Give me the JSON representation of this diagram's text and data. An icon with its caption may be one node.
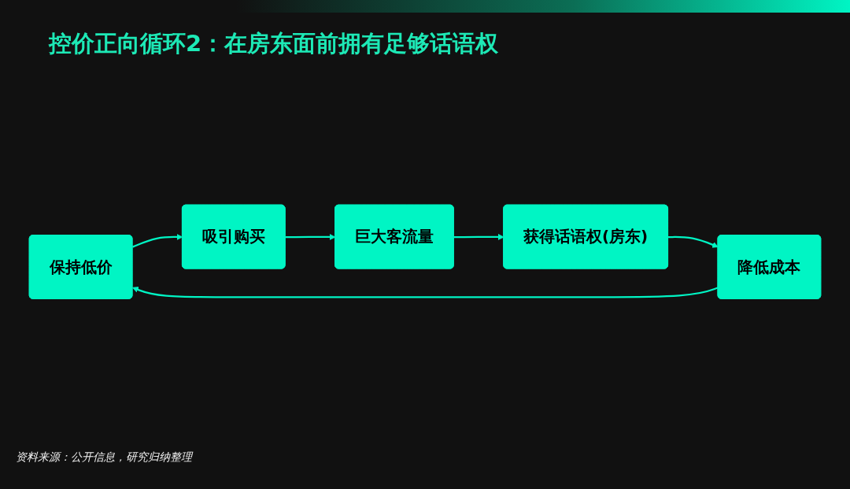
{
  "diagram": {
    "title": "控价正向循环2：在房东面前拥有足够话语权",
    "caption": "资料来源：公开信息，研究归纳整理",
    "nodes": [
      {
        "text": [
          "保持低价"
        ]
      },
      {
        "text": [
          "吸引购买"
        ]
      },
      {
        "text": [
          "巨大客流量"
        ]
      },
      {
        "text": [
          "获得话语权(房东)"
        ]
      },
      {
        "text": [
          "降低成本"
        ]
      }
    ],
    "edges": [
      {
        "from": 0,
        "to": 1,
        "arrow": "to"
      },
      {
        "from": 1,
        "to": 2,
        "arrow": "to"
      },
      {
        "from": 2,
        "to": 3,
        "arrow": "to"
      },
      {
        "from": 3,
        "to": 4,
        "arrow": "to"
      },
      {
        "from": 4,
        "to": 0,
        "arrow": "to"
      }
    ]
  }
}
